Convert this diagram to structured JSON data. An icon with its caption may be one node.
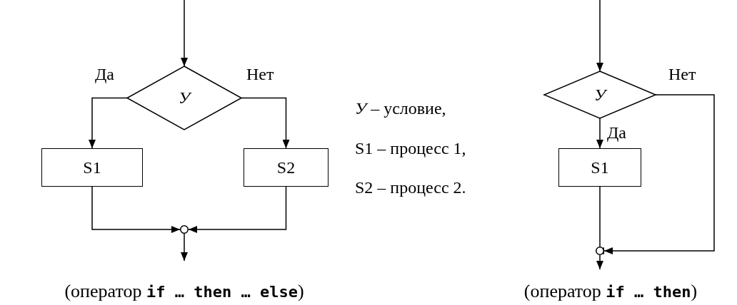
{
  "diagram": {
    "nodes": [
      {
        "text": [
          "У"
        ]
      },
      {
        "text": [
          "S1"
        ]
      },
      {
        "text": [
          "S2"
        ]
      },
      {
        "text": [],
        "shape": "circle"
      },
      {
        "text": [
          "У"
        ]
      },
      {
        "text": [
          "S1"
        ]
      },
      {
        "text": [],
        "shape": "circle"
      }
    ],
    "edges": [
      {
        "from": null,
        "to": 0,
        "arrow": "to"
      },
      {
        "from": 0,
        "to": 1,
        "arrow": "to",
        "label": "Да"
      },
      {
        "from": 0,
        "to": 2,
        "arrow": "to",
        "label": "Нет"
      },
      {
        "from": 1,
        "to": 3,
        "arrow": "to"
      },
      {
        "from": 2,
        "to": 3,
        "arrow": "to"
      },
      {
        "from": 3,
        "to": null,
        "arrow": "to"
      },
      {
        "from": null,
        "to": 4,
        "arrow": "to"
      },
      {
        "from": 4,
        "to": 5,
        "arrow": "to",
        "label": "Да"
      },
      {
        "from": 4,
        "to": 6,
        "arrow": "to",
        "label": "Нет"
      },
      {
        "from": 5,
        "to": 6,
        "arrow": "to"
      },
      {
        "from": 6,
        "to": null,
        "arrow": "to"
      }
    ],
    "labels": [
      "*У* – условие,",
      "S1 – процесс 1,",
      "S2 – процесс 2.",
      "(оператор **if … then … else**)",
      "(оператор **if … then**)"
    ]
  }
}
